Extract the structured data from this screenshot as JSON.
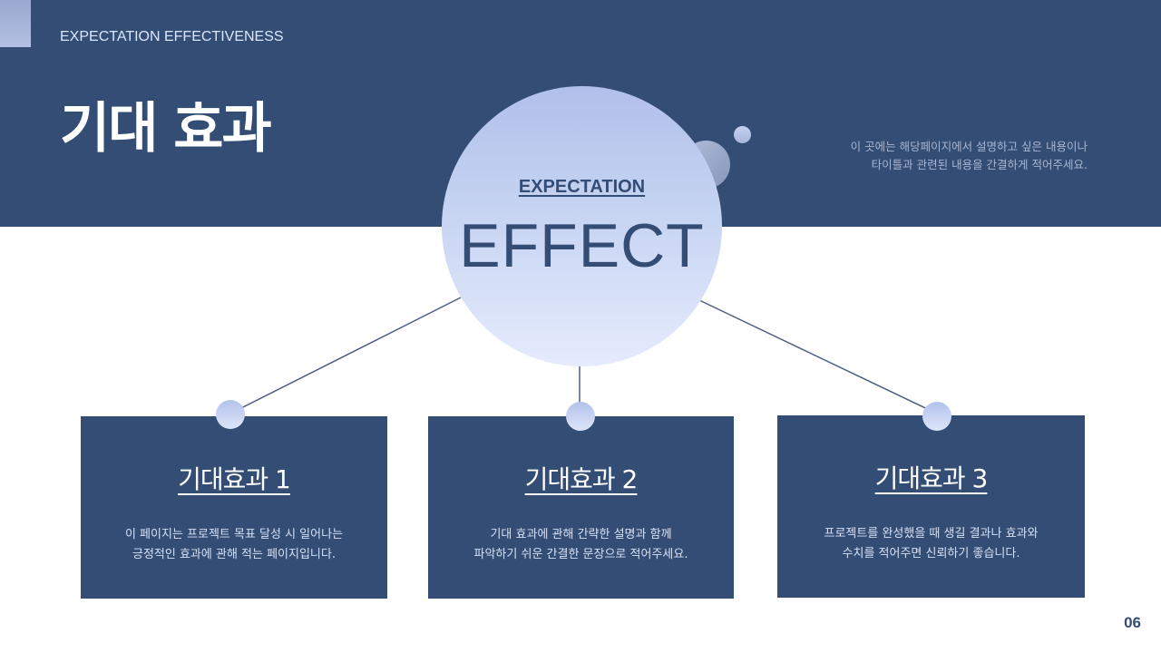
{
  "header": {
    "subtitle": "EXPECTATION EFFECTIVENESS",
    "title": "기대 효과",
    "description_lines": [
      "이 곳에는 해당페이지에서 설명하고 싶은 내용이나",
      "타이틀과 관련된 내용을 간결하게 적어주세요."
    ]
  },
  "center_circle": {
    "kicker": "EXPECTATION",
    "big_text": "EFFECT"
  },
  "cards": [
    {
      "title": "기대효과 1",
      "desc_lines": [
        "이 페이지는 프로젝트 목표 달성 시 일어나는",
        "긍정적인 효과에 관해 적는 페이지입니다."
      ]
    },
    {
      "title": "기대효과 2",
      "desc_lines": [
        "기대 효과에 관해 간략한 설명과 함께",
        "파악하기 쉬운 간결한 문장으로 적어주세요."
      ]
    },
    {
      "title": "기대효과 3",
      "desc_lines": [
        "프로젝트를 완성했을 때 생길 결과나 효과와",
        "수치를 적어주면 신뢰하기 좋습니다."
      ]
    }
  ],
  "footer": {
    "page_number": "06"
  },
  "colors": {
    "primary": "#344d75",
    "circle_top": "#b0c0ea",
    "circle_bottom": "#e6ebfd",
    "background": "#ffffff"
  }
}
